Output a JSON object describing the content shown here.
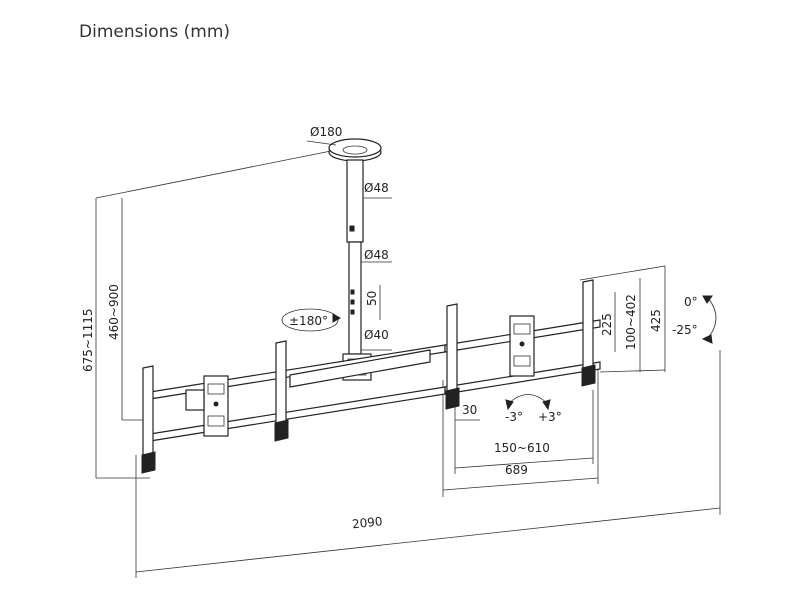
{
  "title": "Dimensions (mm)",
  "labels": {
    "plate_diameter": "Ø180",
    "pole_upper_diameter": "Ø48",
    "pole_middle_diameter": "Ø48",
    "pole_step": "50",
    "pole_lower_diameter": "Ø40",
    "swivel": "±180°",
    "height_total": "675~1115",
    "height_pole": "460~900",
    "bracket_30": "30",
    "tilt_left": "-3°",
    "tilt_right": "+3°",
    "vesa_width": "150~610",
    "bracket_width": "689",
    "total_width": "2090",
    "vesa_height_225": "225",
    "vesa_height_range": "100~402",
    "bracket_height": "425",
    "tilt_up": "0°",
    "tilt_down": "-25°"
  }
}
